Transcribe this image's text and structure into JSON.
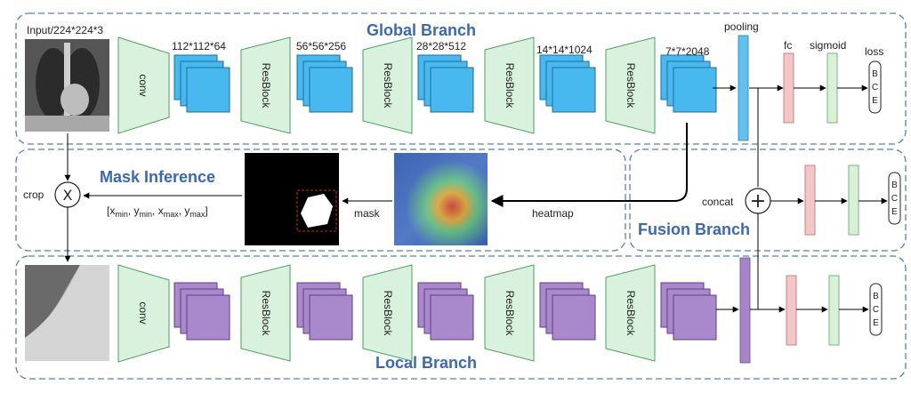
{
  "branches": {
    "global": "Global Branch",
    "mask": "Mask Inference",
    "fusion": "Fusion Branch",
    "local": "Local Branch"
  },
  "labels": {
    "input": "Input/224*224*3",
    "conv": "conv",
    "resblock": "ResBlock",
    "pooling": "pooling",
    "fc": "fc",
    "sigmoid": "sigmoid",
    "loss": "loss",
    "concat": "concat",
    "crop": "crop",
    "mask": "mask",
    "heatmap": "heatmap",
    "bbox": "[xmin, ymin, xmax, ymax]",
    "crop_op": "X",
    "concat_op": "+"
  },
  "global_dims": [
    "112*112*64",
    "56*56*256",
    "28*28*512",
    "14*14*1024",
    "7*7*2048"
  ],
  "bce": [
    "B",
    "C",
    "E"
  ],
  "colors": {
    "frame": "#5b7fa8",
    "title": "#3b68b5",
    "trap": "#d9f2dd",
    "trap_stroke": "#4e9e61",
    "global_fm": "#47b9ef",
    "local_fm": "#a989cc",
    "pool_global": "#5fc2ee",
    "pool_local": "#a585c7",
    "fc": "#f4c7c7",
    "sig": "#d9f2d5"
  }
}
